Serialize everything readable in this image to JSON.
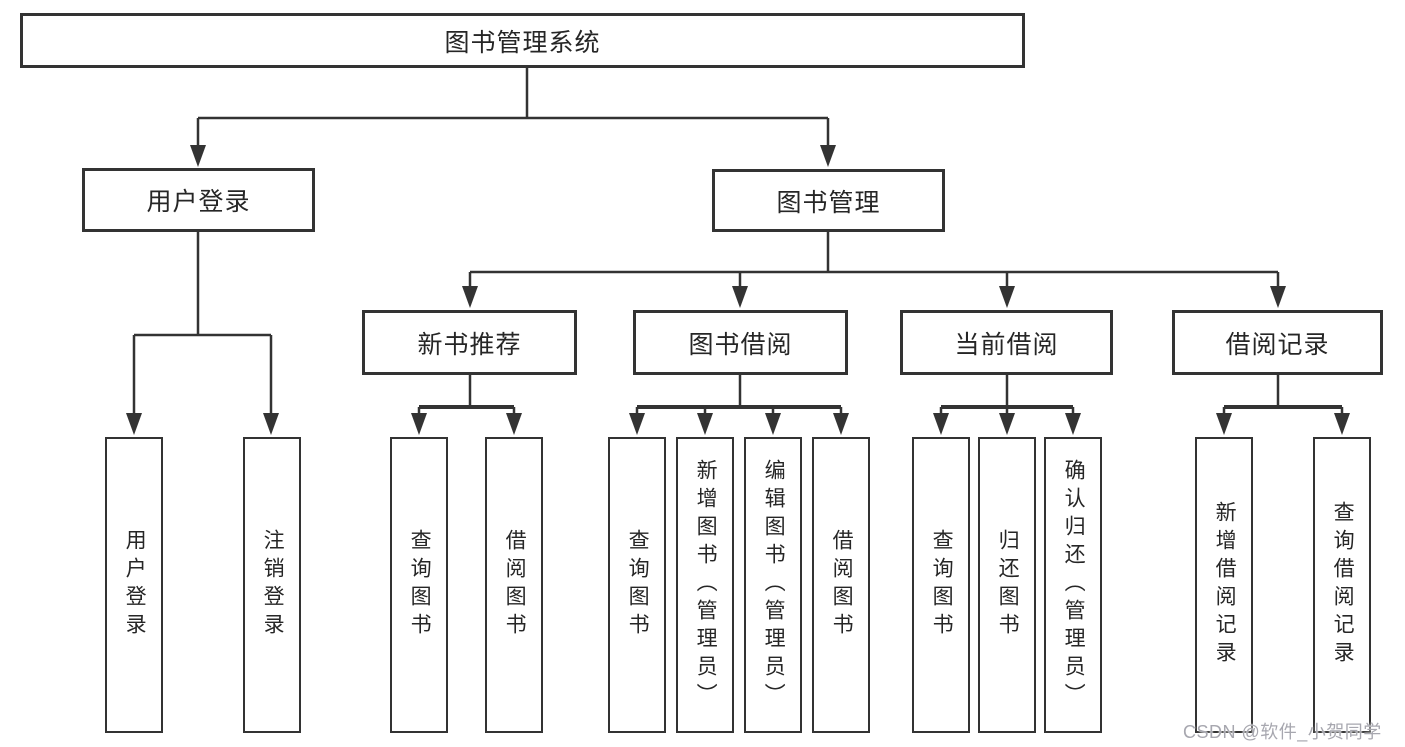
{
  "diagram": {
    "tree": {
      "label": "图书管理系统",
      "children": [
        {
          "label": "用户登录",
          "children": [
            {
              "label": "用户登录"
            },
            {
              "label": "注销登录"
            }
          ]
        },
        {
          "label": "图书管理",
          "children": [
            {
              "label": "新书推荐",
              "children": [
                {
                  "label": "查询图书"
                },
                {
                  "label": "借阅图书"
                }
              ]
            },
            {
              "label": "图书借阅",
              "children": [
                {
                  "label": "查询图书"
                },
                {
                  "label": "新增图书（管理员）"
                },
                {
                  "label": "编辑图书（管理员）"
                },
                {
                  "label": "借阅图书"
                }
              ]
            },
            {
              "label": "当前借阅",
              "children": [
                {
                  "label": "查询图书"
                },
                {
                  "label": "归还图书"
                },
                {
                  "label": "确认归还（管理员）"
                }
              ]
            },
            {
              "label": "借阅记录",
              "children": [
                {
                  "label": "新增借阅记录"
                },
                {
                  "label": "查询借阅记录"
                }
              ]
            }
          ]
        }
      ]
    },
    "colors": {
      "line": "#333333",
      "text": "#262626",
      "watermark": "#a7a7af",
      "background": "#ffffff"
    }
  },
  "watermark": "CSDN @软件_小贺同学"
}
